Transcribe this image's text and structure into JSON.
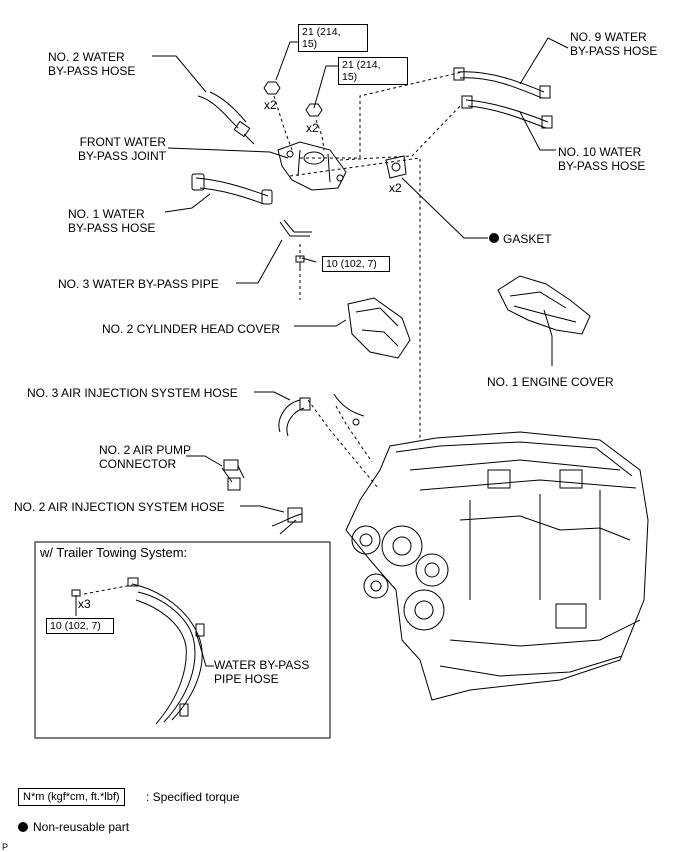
{
  "labels": {
    "no2_water_bypass_hose": "NO. 2 WATER\nBY-PASS HOSE",
    "front_water_bypass_joint": "FRONT WATER\nBY-PASS JOINT",
    "no1_water_bypass_hose": "NO. 1 WATER\nBY-PASS HOSE",
    "no3_water_bypass_pipe": "NO. 3 WATER BY-PASS PIPE",
    "no2_cylinder_head_cover": "NO. 2 CYLINDER HEAD COVER",
    "no3_air_injection_hose": "NO. 3 AIR INJECTION SYSTEM HOSE",
    "no2_air_pump_connector": "NO. 2 AIR PUMP\nCONNECTOR",
    "no2_air_injection_hose": "NO. 2 AIR INJECTION SYSTEM HOSE",
    "no9_water_bypass_hose": "NO. 9 WATER\nBY-PASS HOSE",
    "no10_water_bypass_hose": "NO. 10 WATER\nBY-PASS HOSE",
    "gasket": "GASKET",
    "no1_engine_cover": "NO. 1 ENGINE COVER",
    "water_bypass_pipe_hose": "WATER BY-PASS\nPIPE HOSE"
  },
  "torques": {
    "nut_left": "21 (214,\n15)",
    "nut_right": "21 (214,\n15)",
    "bolt_pipe": "10 (102, 7)",
    "bolt_inset": "10 (102, 7)"
  },
  "quantities": {
    "nut_left": "x2",
    "nut_right": "x2",
    "gasket": "x2",
    "bolt_inset": "x3"
  },
  "inset": {
    "title": "w/ Trailer Towing System:"
  },
  "legend": {
    "torque_box": "N*m (kgf*cm, ft.*lbf)",
    "torque_text": ": Specified torque",
    "nonreusable_text": "Non-reusable part"
  },
  "footer": {
    "code": "P"
  }
}
